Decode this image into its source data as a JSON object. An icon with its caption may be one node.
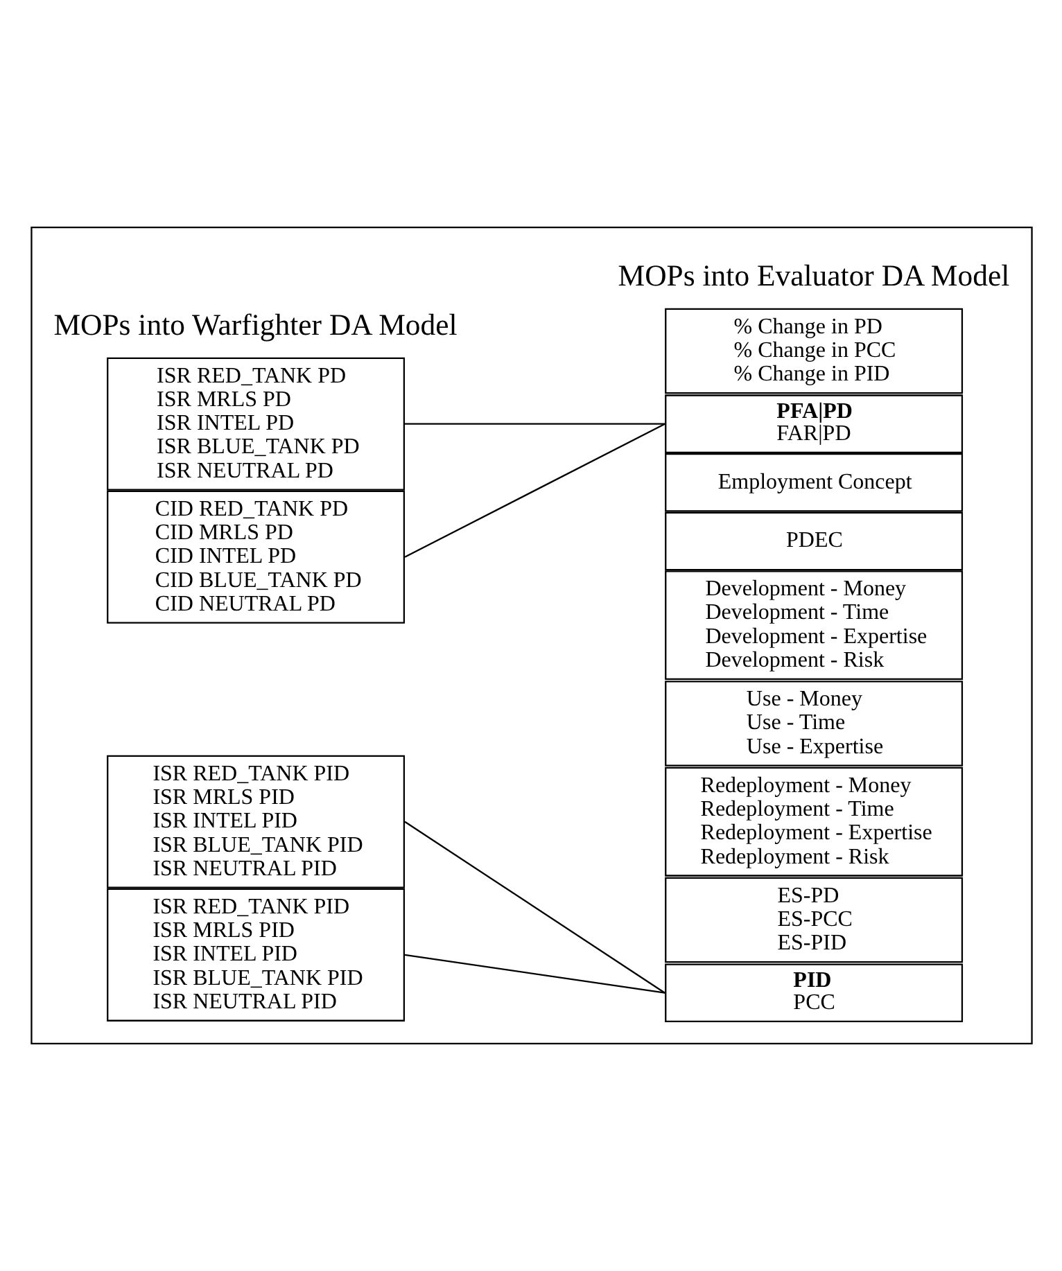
{
  "diagram": {
    "nodes": [
      {
        "text": [],
        "shape": "box"
      },
      {
        "text": [
          "ISR RED_TANK PD",
          "ISR MRLS PD",
          "ISR INTEL PD",
          "ISR BLUE_TANK PD",
          "ISR NEUTRAL PD"
        ],
        "in": 0
      },
      {
        "text": [
          "CID RED_TANK PD",
          "CID MRLS PD",
          "CID INTEL PD",
          "CID BLUE_TANK PD",
          "CID NEUTRAL PD"
        ],
        "in": 0
      },
      {
        "text": [
          "ISR RED_TANK PID",
          "ISR MRLS PID",
          "ISR INTEL PID",
          "ISR BLUE_TANK PID",
          "ISR NEUTRAL PID"
        ],
        "in": 0
      },
      {
        "text": [
          "ISR RED_TANK PID",
          "ISR MRLS PID",
          "ISR INTEL PID",
          "ISR BLUE_TANK PID",
          "ISR NEUTRAL PID"
        ],
        "in": 0
      },
      {
        "text": [
          "% Change in PD",
          "% Change in PCC",
          "% Change in PID"
        ],
        "in": 0
      },
      {
        "text": [
          "**PFA|PD**",
          "FAR|PD"
        ],
        "in": 0
      },
      {
        "text": [
          "Employment Concept"
        ],
        "in": 0
      },
      {
        "text": [
          "PDEC"
        ],
        "in": 0
      },
      {
        "text": [
          "Development - Money",
          "Development - Time",
          "Development - Expertise",
          "Development - Risk"
        ],
        "in": 0
      },
      {
        "text": [
          "Use - Money",
          "Use - Time",
          "Use - Expertise"
        ],
        "in": 0
      },
      {
        "text": [
          "Redeployment - Money",
          "Redeployment - Time",
          "Redeployment - Expertise",
          "Redeployment - Risk"
        ],
        "in": 0
      },
      {
        "text": [
          "ES-PD",
          "ES-PCC",
          "ES-PID"
        ],
        "in": 0
      },
      {
        "text": [
          "**PID**",
          "PCC"
        ],
        "in": 0
      }
    ],
    "edges": [
      {
        "from": 1,
        "to": 6,
        "arrow": "none"
      },
      {
        "from": 2,
        "to": 6,
        "arrow": "none"
      },
      {
        "from": 3,
        "to": 13,
        "arrow": "none"
      },
      {
        "from": 4,
        "to": 13,
        "arrow": "none"
      }
    ],
    "labels": [
      "MOPs into Warfighter DA Model",
      "MOPs into Evaluator DA Model"
    ]
  }
}
